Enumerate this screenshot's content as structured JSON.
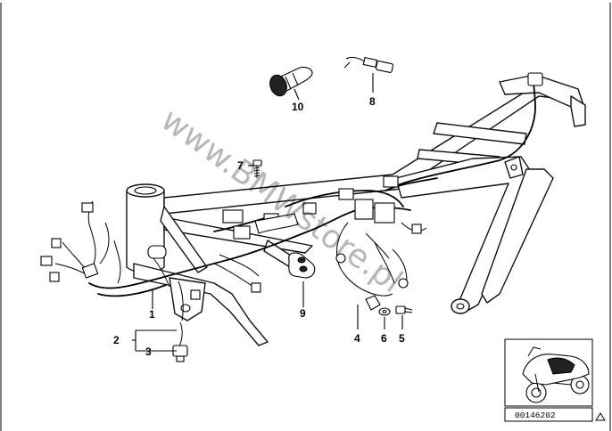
{
  "callouts": {
    "c1": "1",
    "c2": "2",
    "c3": "3",
    "c4": "4",
    "c5": "5",
    "c6": "6",
    "c7": "7",
    "c8": "8",
    "c9": "9",
    "c10": "10"
  },
  "watermark": "www.BMWstore.pl",
  "reference_number": "00146202"
}
